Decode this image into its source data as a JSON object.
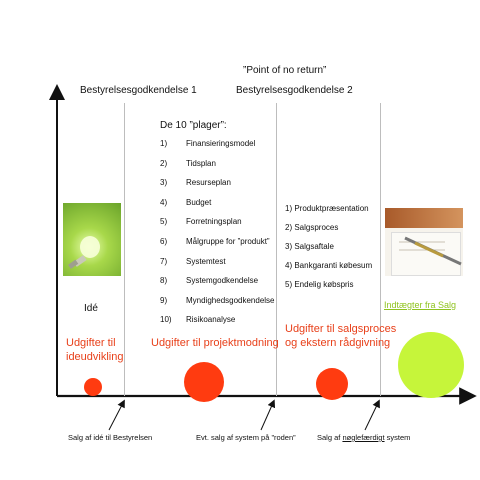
{
  "header": {
    "point_of_no_return": "”Point of no return”",
    "gate1": "Bestyrelsesgodkendelse 1",
    "gate2": "Bestyrelsesgodkendelse 2"
  },
  "plager": {
    "title": "De 10 ”plager”:",
    "items": [
      {
        "num": "1)",
        "label": "Finansieringsmodel"
      },
      {
        "num": "2)",
        "label": "Tidsplan"
      },
      {
        "num": "3)",
        "label": "Resurseplan"
      },
      {
        "num": "4)",
        "label": "Budget"
      },
      {
        "num": "5)",
        "label": "Forretningsplan"
      },
      {
        "num": "6)",
        "label": "Målgruppe for ”produkt”"
      },
      {
        "num": "7)",
        "label": "Systemtest"
      },
      {
        "num": "8)",
        "label": "Systemgodkendelse"
      },
      {
        "num": "9)",
        "label": "Myndighedsgodkendelse"
      },
      {
        "num": "10)",
        "label": "Risikoanalyse"
      }
    ]
  },
  "sales_list": {
    "items": [
      "1) Produktpræsentation",
      "2) Salgsproces",
      "3) Salgsaftale",
      "4) Bankgaranti købesum",
      "5) Endelig købspris"
    ]
  },
  "phases": {
    "ide": "Idé",
    "cost1": [
      "Udgifter til",
      "ideudvikling"
    ],
    "cost2": "Udgifter til projektmodning",
    "cost3": [
      "Udgifter til salgsproces",
      "og ekstern rådgivning"
    ],
    "income": "Indtægter fra Salg"
  },
  "bottom": {
    "sale1": "Salg af idé til Bestyrelsen",
    "sale2": "Evt. salg af system på ”roden”",
    "sale3_prefix": "Salg af ",
    "sale3_key": "nøglefærdigt",
    "sale3_suffix": " system"
  },
  "colors": {
    "cost_circle": "#ff3b10",
    "income_circle": "#c6f53a",
    "red_text": "#e8401a",
    "green_text": "#8fc31f",
    "bulb_bg": "#8bc34a"
  },
  "icons": {
    "bulb": "lightbulb-photo",
    "cheque": "cheque-pen-photo"
  }
}
